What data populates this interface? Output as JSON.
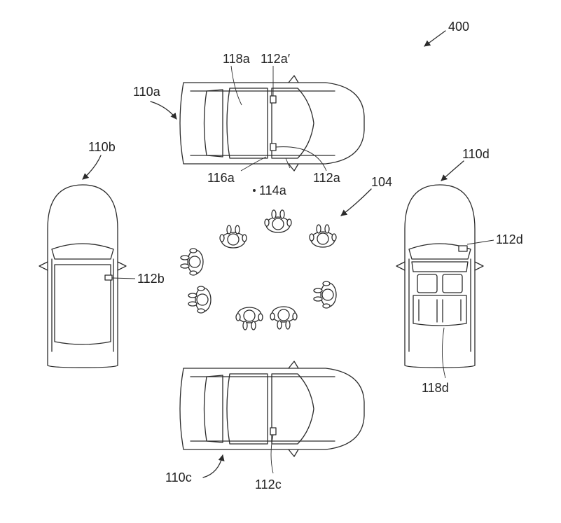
{
  "figure": {
    "number": "400",
    "crowd": "104",
    "vehicles": {
      "a": {
        "id": "110a",
        "display": "118a",
        "device_prime": "112a′",
        "device": "112a",
        "door": "116a",
        "point": "114a"
      },
      "b": {
        "id": "110b",
        "device": "112b"
      },
      "c": {
        "id": "110c",
        "device": "112c"
      },
      "d": {
        "id": "110d",
        "device": "112d",
        "display": "118d"
      }
    }
  }
}
